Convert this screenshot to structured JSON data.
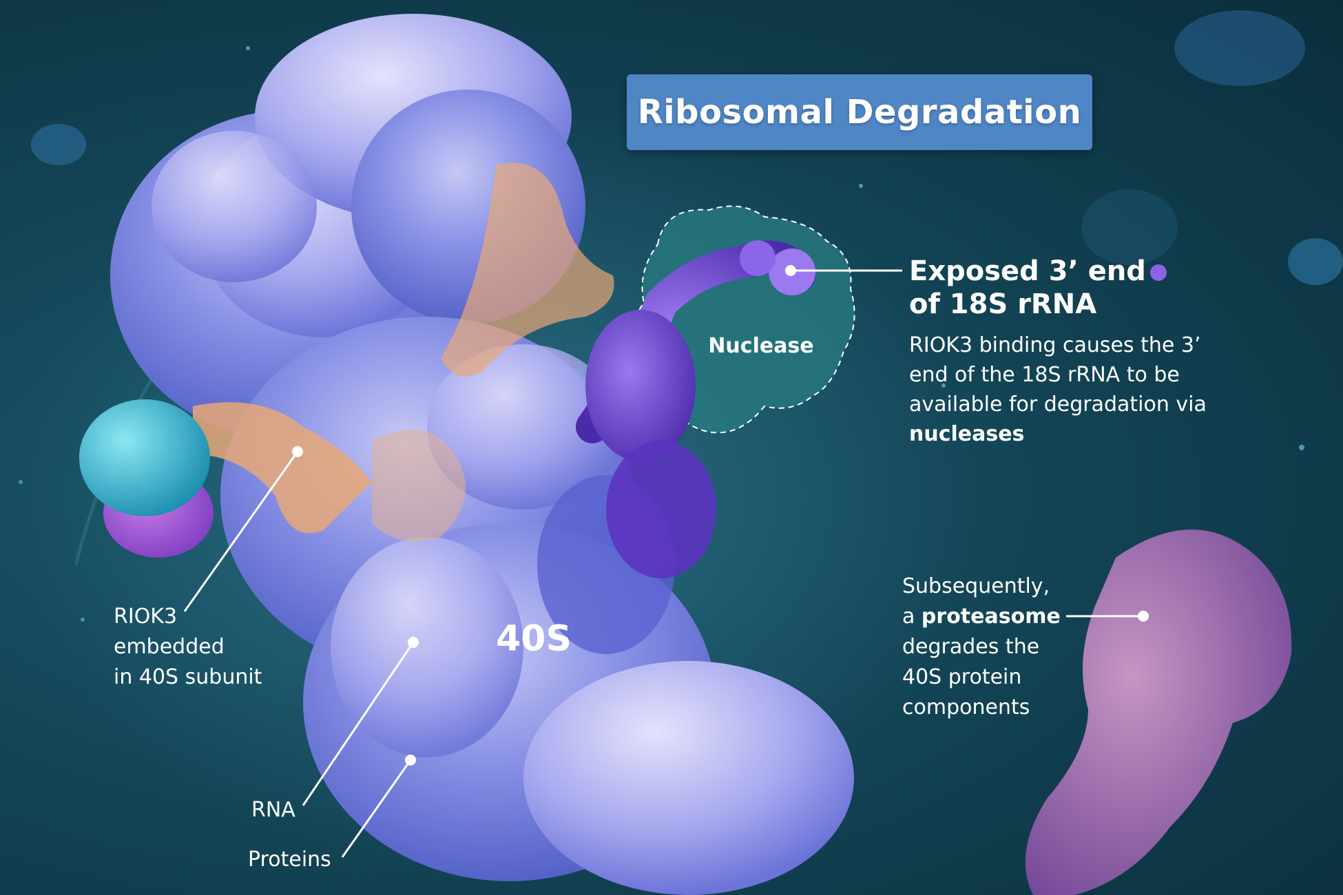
{
  "title": "Ribosomal Degradation",
  "nuclease_label": "Nuclease",
  "subunit_label": "40S",
  "callout_exposed": {
    "heading_line1": "Exposed 3’ end",
    "heading_line2": "of 18S rRNA",
    "body_before": "RIOK3 binding causes the 3’ end of the 18S rRNA to be available for degradation via ",
    "body_bold": "nucleases"
  },
  "callout_riok3": {
    "line1": "RIOK3",
    "line2": "embedded",
    "line3": "in 40S subunit"
  },
  "callout_rna": "RNA",
  "callout_proteins": "Proteins",
  "callout_proteasome": {
    "line1": "Subsequently,",
    "line2_prefix": "a ",
    "line2_bold": "proteasome",
    "line3": "degrades the",
    "line4": "40S protein",
    "line5": "components"
  },
  "colors": {
    "title_box": "#4f86c6",
    "rrna_dot": "#8b63e6",
    "ribosome": "#7c86e0",
    "riok3_orange": "#e8a877",
    "riok3_cyan": "#35b6d0",
    "proteasome": "#a670b4"
  }
}
